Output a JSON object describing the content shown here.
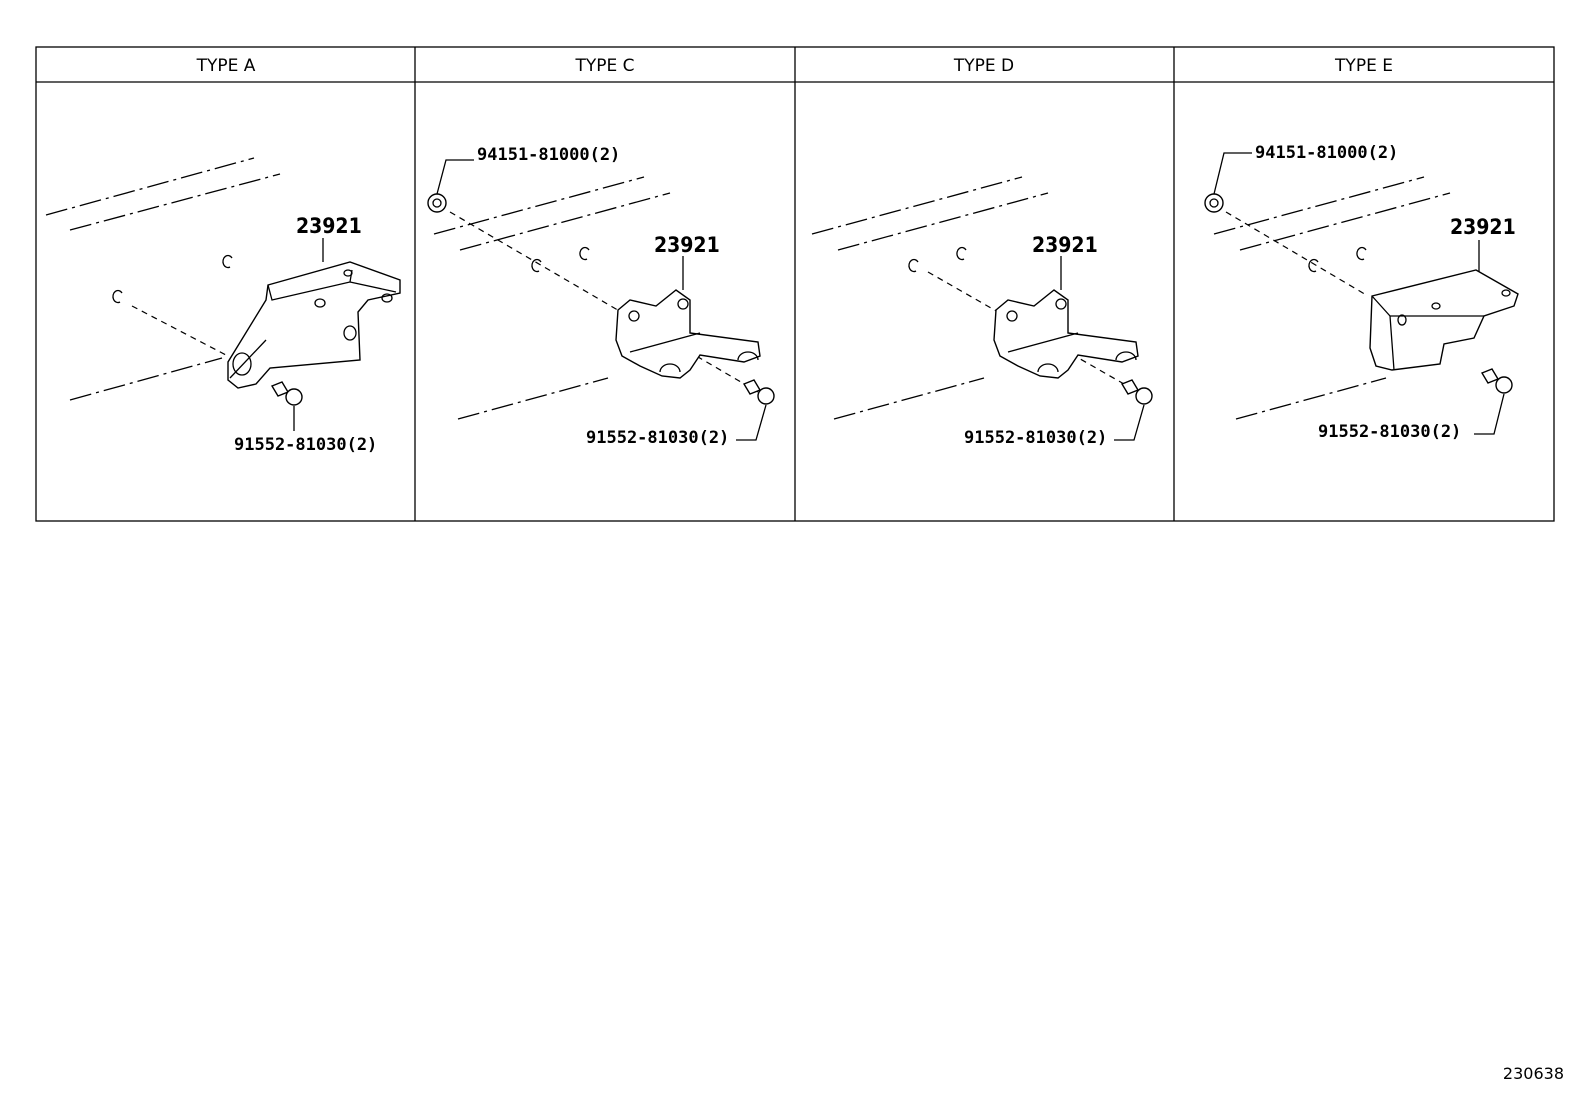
{
  "panels": [
    {
      "header": "TYPE A",
      "labels": {
        "bracket": "23921",
        "bolt": "91552-81030(2)"
      }
    },
    {
      "header": "TYPE C",
      "labels": {
        "nut": "94151-81000(2)",
        "bracket": "23921",
        "bolt": "91552-81030(2)"
      }
    },
    {
      "header": "TYPE D",
      "labels": {
        "bracket": "23921",
        "bolt": "91552-81030(2)"
      }
    },
    {
      "header": "TYPE E",
      "labels": {
        "nut": "94151-81000(2)",
        "bracket": "23921",
        "bolt": "91552-81030(2)"
      }
    }
  ],
  "figure_id": "230638"
}
